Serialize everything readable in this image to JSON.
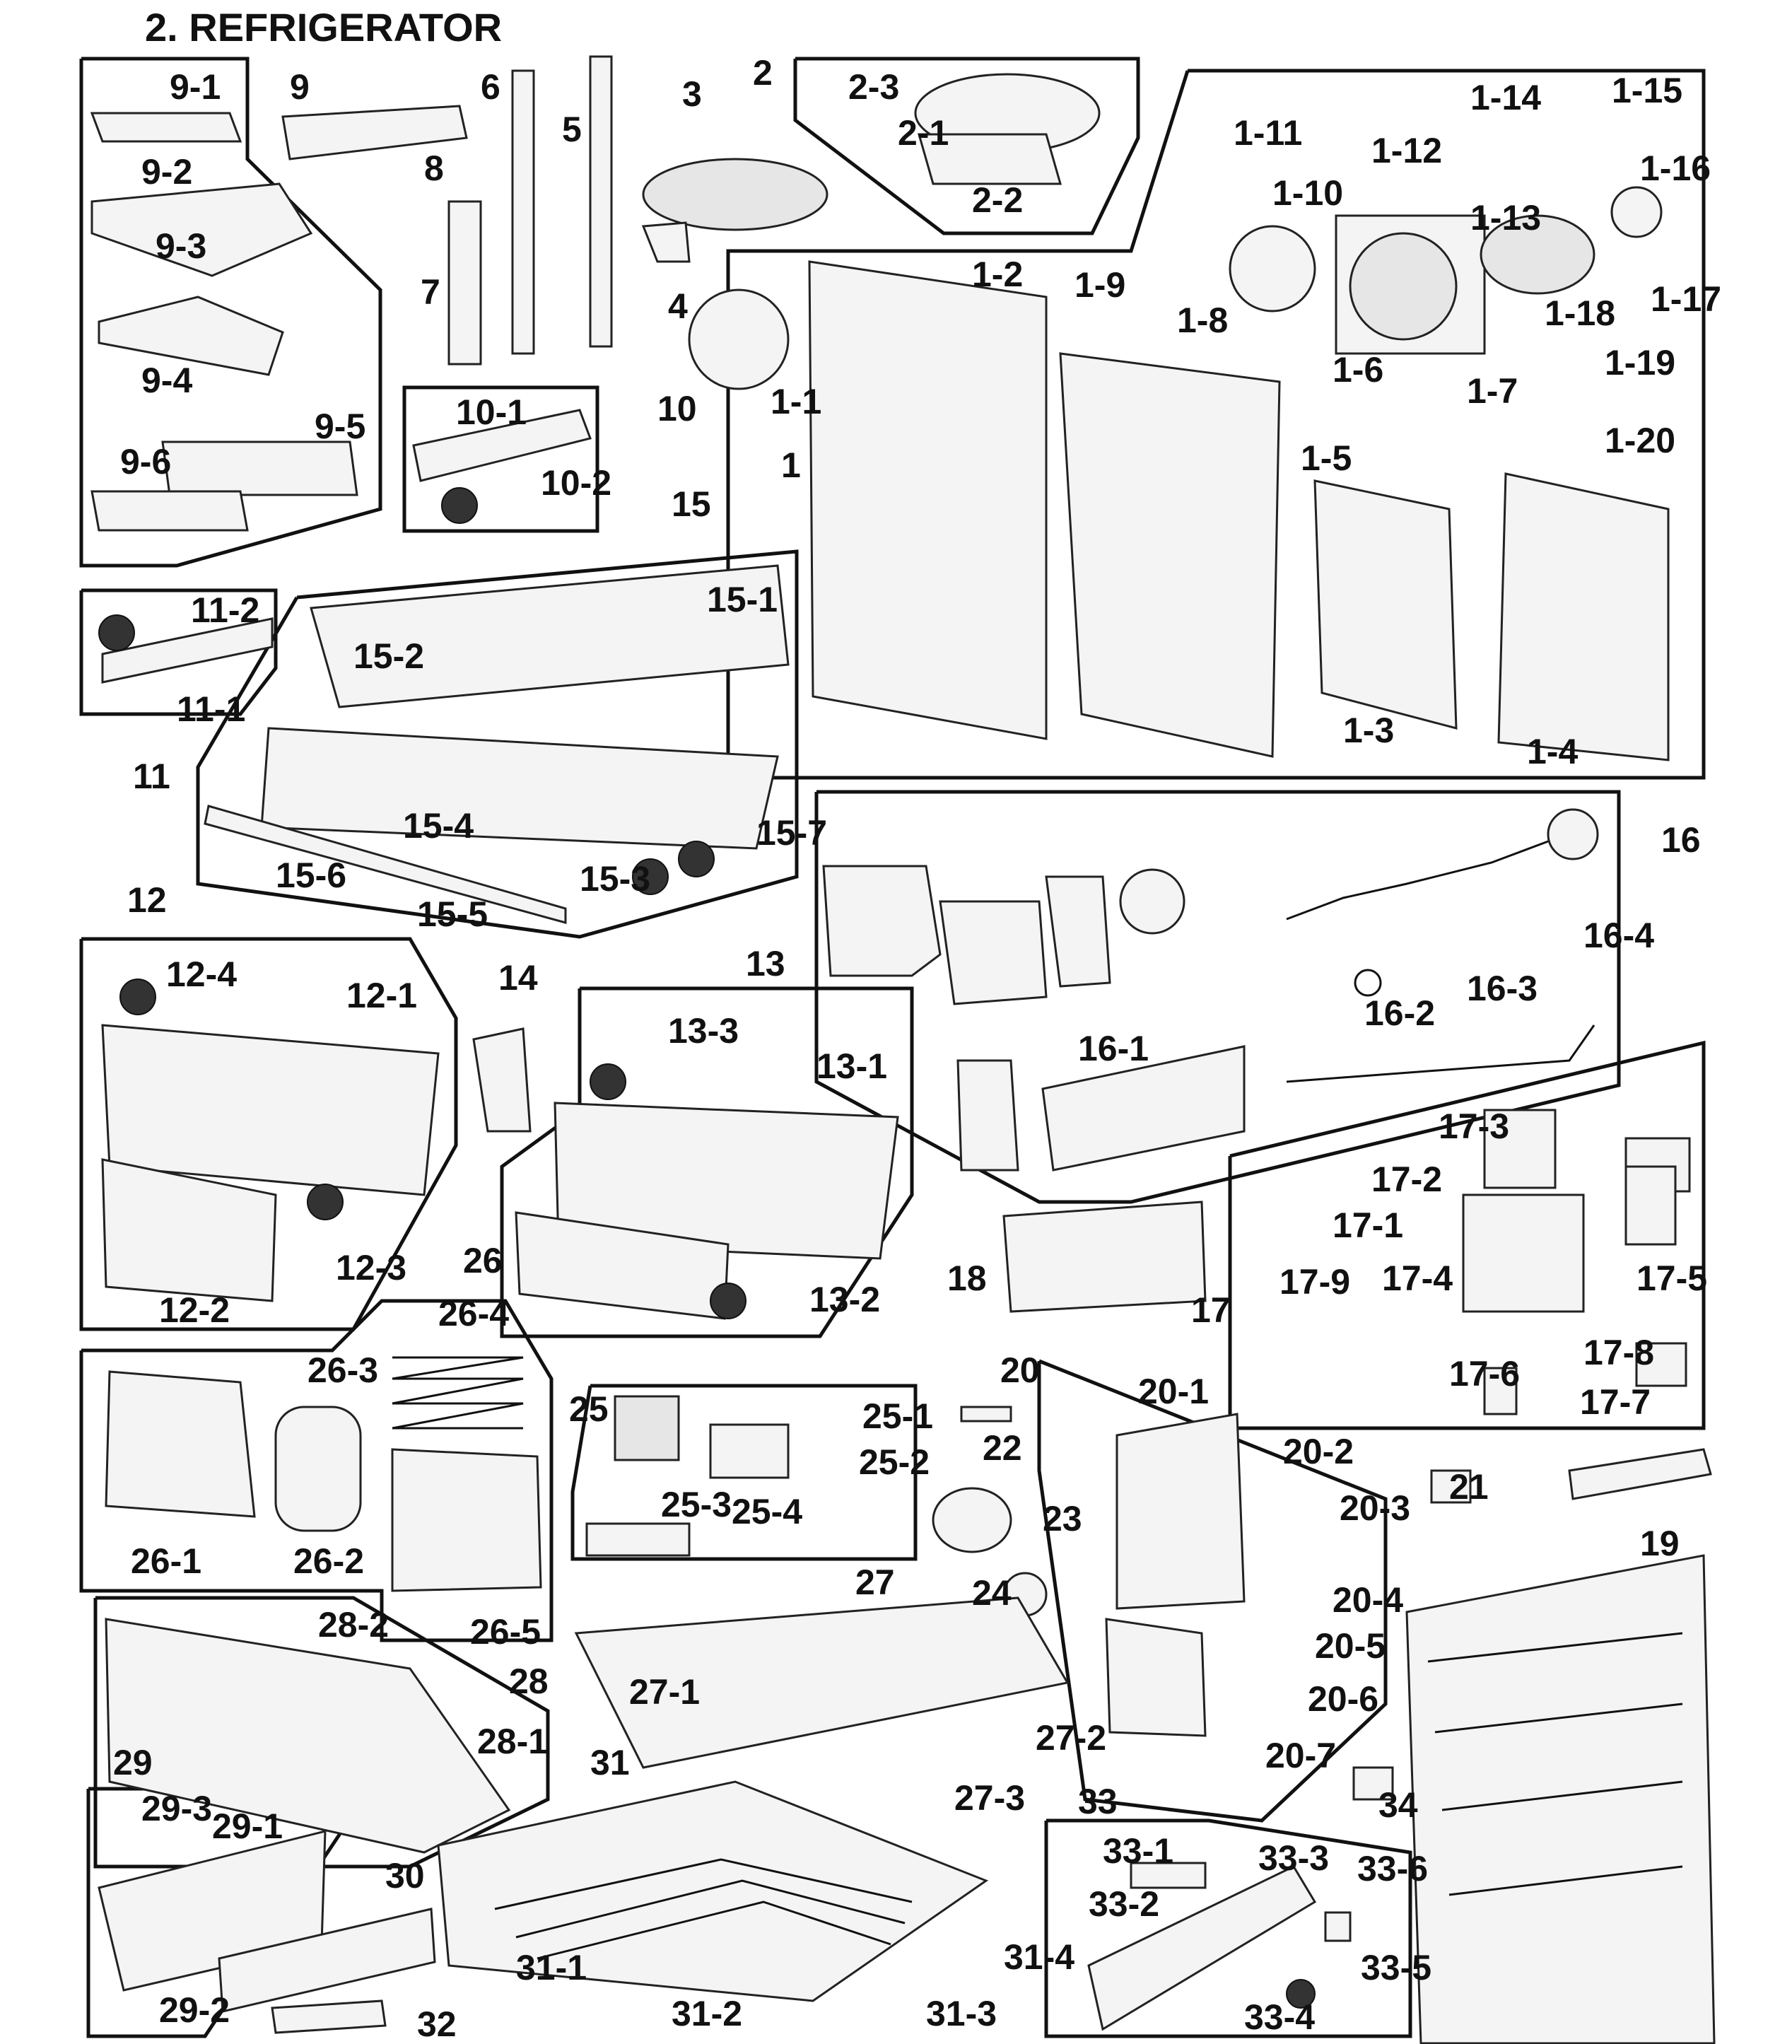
{
  "title": "2. REFRIGERATOR",
  "labels": [
    "1",
    "1-1",
    "1-2",
    "1-3",
    "1-4",
    "1-5",
    "1-6",
    "1-7",
    "1-8",
    "1-9",
    "1-10",
    "1-11",
    "1-12",
    "1-13",
    "1-14",
    "1-15",
    "1-16",
    "1-17",
    "1-18",
    "1-19",
    "1-20",
    "2",
    "2-1",
    "2-2",
    "2-3",
    "3",
    "4",
    "5",
    "6",
    "7",
    "8",
    "9",
    "9-1",
    "9-2",
    "9-3",
    "9-4",
    "9-5",
    "9-6",
    "10",
    "10-1",
    "10-2",
    "11",
    "11-1",
    "11-2",
    "12",
    "12-1",
    "12-2",
    "12-3",
    "12-4",
    "13",
    "13-1",
    "13-2",
    "13-3",
    "14",
    "15",
    "15-1",
    "15-2",
    "15-3",
    "15-4",
    "15-5",
    "15-6",
    "15-7",
    "16",
    "16-1",
    "16-2",
    "16-3",
    "16-4",
    "17",
    "17-1",
    "17-2",
    "17-3",
    "17-4",
    "17-5",
    "17-6",
    "17-7",
    "17-8",
    "17-9",
    "18",
    "19",
    "20",
    "20-1",
    "20-2",
    "20-3",
    "20-4",
    "20-5",
    "20-6",
    "20-7",
    "21",
    "22",
    "23",
    "24",
    "25",
    "25-1",
    "25-2",
    "25-3",
    "25-4",
    "26",
    "26-1",
    "26-2",
    "26-3",
    "26-4",
    "26-5",
    "27",
    "27-1",
    "27-2",
    "27-3",
    "28",
    "28-1",
    "28-2",
    "29",
    "29-1",
    "29-2",
    "29-3",
    "30",
    "31",
    "31-1",
    "31-2",
    "31-3",
    "31-4",
    "32",
    "33",
    "33-1",
    "33-2",
    "33-3",
    "33-4",
    "33-5",
    "33-6",
    "34"
  ]
}
